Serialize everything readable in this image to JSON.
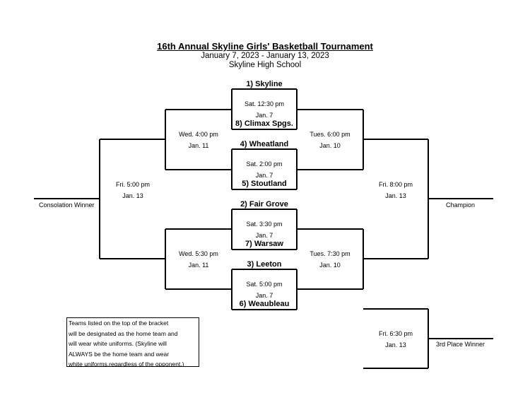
{
  "header": {
    "title": "16th Annual Skyline Girls' Basketball Tournament",
    "dates": "January 7, 2023 - January 13, 2023",
    "location": "Skyline High School"
  },
  "teams": {
    "skyline": "1) Skyline",
    "climax": "8) Climax Spgs.",
    "wheatland": "4) Wheatland",
    "stoutland": "5) Stoutland",
    "fairgrove": "2) Fair Grove",
    "warsaw": "7) Warsaw",
    "leeton": "3) Leeton",
    "weaubleau": "6) Weaubleau"
  },
  "games": {
    "g1": {
      "time": "Sat. 12:30 pm",
      "date": "Jan. 7"
    },
    "g2": {
      "time": "Sat. 2:00 pm",
      "date": "Jan. 7"
    },
    "g3": {
      "time": "Sat. 3:30 pm",
      "date": "Jan. 7"
    },
    "g4": {
      "time": "Sat. 5:00 pm",
      "date": "Jan. 7"
    },
    "cons_semi_top": {
      "time": "Wed. 4:00 pm",
      "date": "Jan. 11"
    },
    "cons_semi_bottom": {
      "time": "Wed. 5:30 pm",
      "date": "Jan. 11"
    },
    "semi_top": {
      "time": "Tues. 6:00 pm",
      "date": "Jan. 10"
    },
    "semi_bottom": {
      "time": "Tues. 7:30 pm",
      "date": "Jan. 10"
    },
    "cons_final": {
      "time": "Fri. 5:00 pm",
      "date": "Jan. 13"
    },
    "final": {
      "time": "Fri. 8:00 pm",
      "date": "Jan. 13"
    },
    "third": {
      "time": "Fri. 6:30 pm",
      "date": "Jan. 13"
    }
  },
  "results": {
    "consolation": "Consolation Winner",
    "champion": "Champion",
    "third": "3rd Place Winner"
  },
  "note": "Teams listed on the top of the bracket\nwill be designated as the home team and\nwill wear white uniforms. (Skyline will\nALWAYS be the home team and wear\nwhite uniforms,regardless of the opponent.)"
}
